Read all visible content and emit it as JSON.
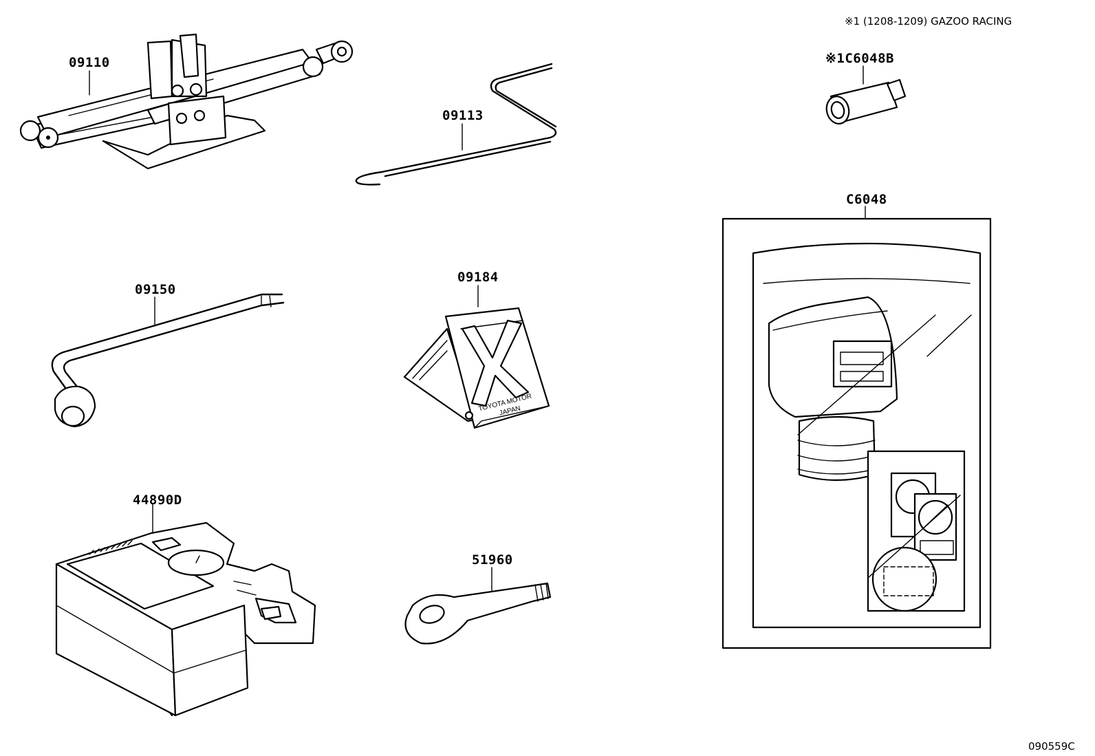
{
  "note": {
    "symbol": "※1",
    "text": "(1208-1209) GAZOO RACING"
  },
  "parts": {
    "jack": "09110",
    "jack_handle": "09113",
    "lug_wrench": "09150",
    "wheel_chock": "09184",
    "compressor": "44890D",
    "tow_hook": "51960",
    "lock_socket": "※1C6048B",
    "lock_kit": "C6048"
  },
  "chock_embossing": {
    "line1": "TOYOTA MOTOR",
    "line2": "JAPAN"
  },
  "diagram_code": "090559C"
}
